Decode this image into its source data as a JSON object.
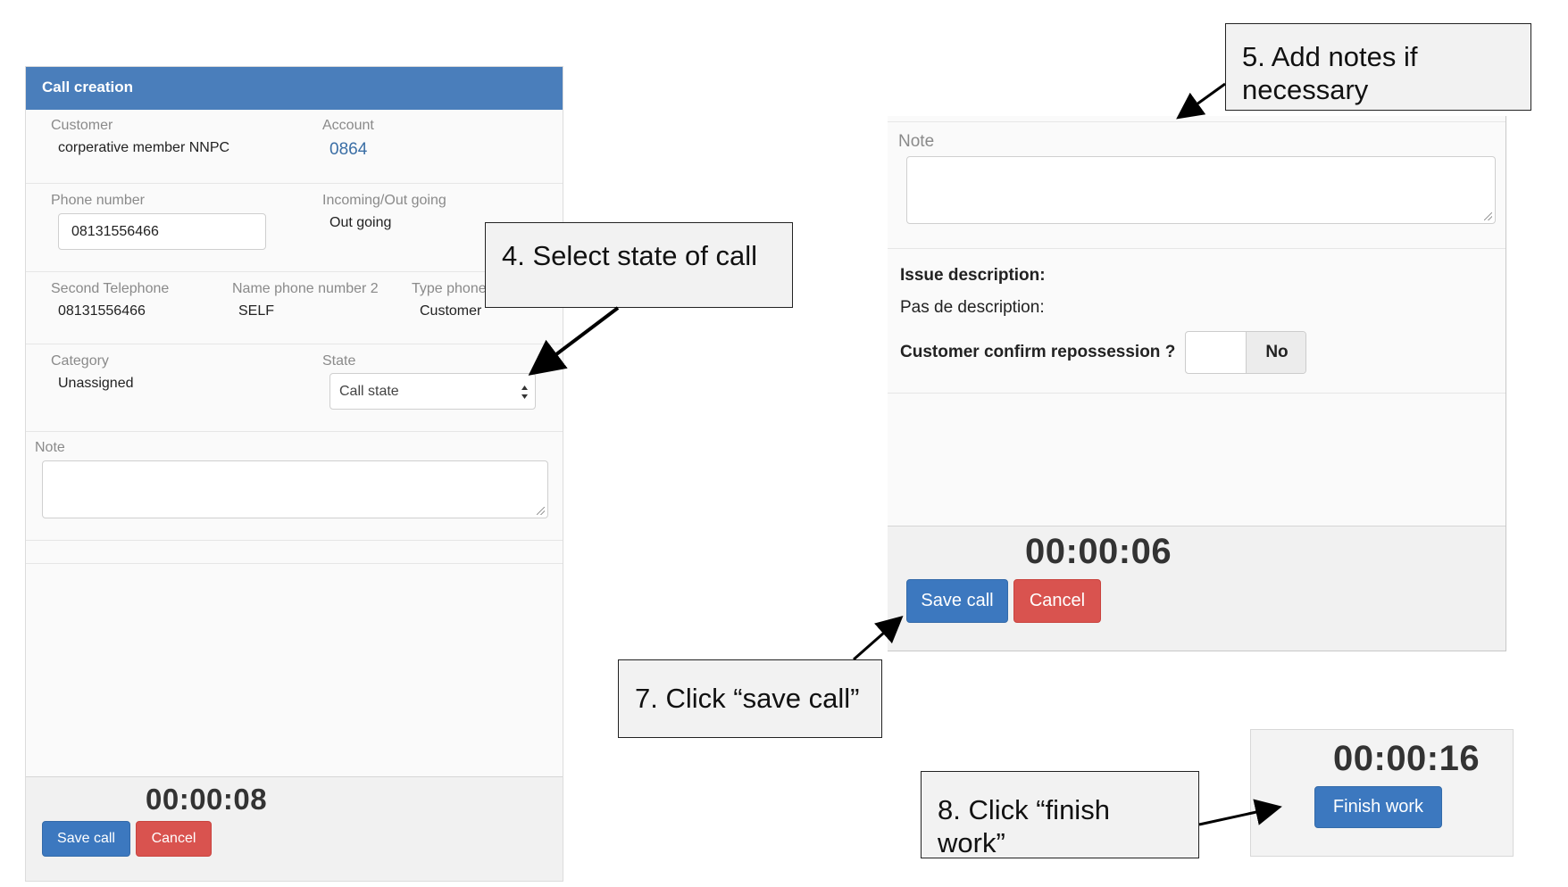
{
  "left": {
    "header": "Call creation",
    "customer_label": "Customer",
    "customer_value": "corperative member NNPC",
    "account_label": "Account",
    "account_value": "0864",
    "phone_label": "Phone number",
    "phone_value": "08131556466",
    "direction_label": "Incoming/Out going",
    "direction_value": "Out going",
    "second_tel_label": "Second Telephone",
    "second_tel_value": "08131556466",
    "name2_label": "Name phone number 2",
    "name2_value": "SELF",
    "type_phone_label": "Type phone",
    "type_phone_value": "Customer",
    "category_label": "Category",
    "category_value": "Unassigned",
    "state_label": "State",
    "state_selected": "Call state",
    "note_label": "Note",
    "timer": "00:00:08",
    "save_label": "Save call",
    "cancel_label": "Cancel"
  },
  "right": {
    "note_label": "Note",
    "issue_title": "Issue description:",
    "issue_text": "Pas de description:",
    "repossession_label": "Customer confirm repossession ?",
    "repossession_toggle": "No",
    "timer": "00:00:06",
    "save_label": "Save call",
    "cancel_label": "Cancel"
  },
  "finish": {
    "timer": "00:00:16",
    "button_label": "Finish work"
  },
  "callouts": {
    "step4": "4. Select state of call",
    "step5": "5. Add notes if necessary",
    "step7": "7. Click “save call”",
    "step8": "8. Click “finish work”"
  },
  "colors": {
    "header_blue": "#4a7ebb",
    "primary_button": "#3c78bf",
    "danger_button": "#d9534f",
    "link_blue": "#3a6ea5"
  },
  "icons": [
    "select-arrows-icon",
    "resize-grip-icon",
    "arrow-pointer-icon"
  ]
}
